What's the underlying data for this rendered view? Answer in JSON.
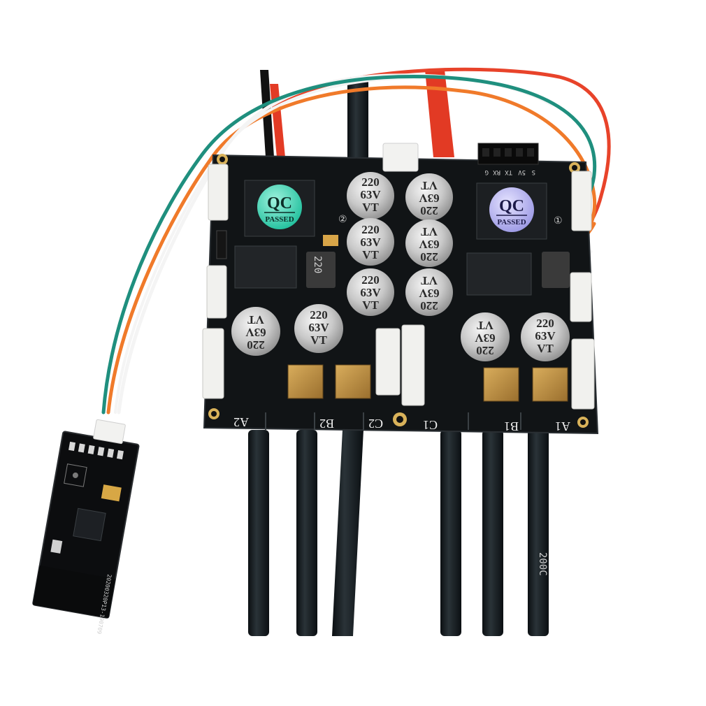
{
  "capacitor": {
    "line1": "220",
    "line2": "63V",
    "line3": "VT"
  },
  "inductor_marking": "220",
  "qc_sticker": {
    "title": "QC",
    "subtitle": "PASSED"
  },
  "mcu_marks": [
    "②",
    "①"
  ],
  "header_labels": [
    "S",
    "5V",
    "TX",
    "RX",
    "G"
  ],
  "phase_labels": [
    "A2",
    "B2",
    "C2",
    "C1",
    "B1",
    "A1"
  ],
  "module_marking": "20200320P13-190709",
  "cable_marking": "200C",
  "colors": {
    "pcb": "#111416",
    "cable": "#141a1e",
    "wire_red": "#e8432a",
    "wire_orange": "#f07a2a",
    "wire_teal": "#1f8f7e",
    "wire_white": "#f4f4f4",
    "qc_left": "#2fd3b4",
    "qc_right": "#b8b6f2",
    "gold_pad": "#c89a4a"
  }
}
